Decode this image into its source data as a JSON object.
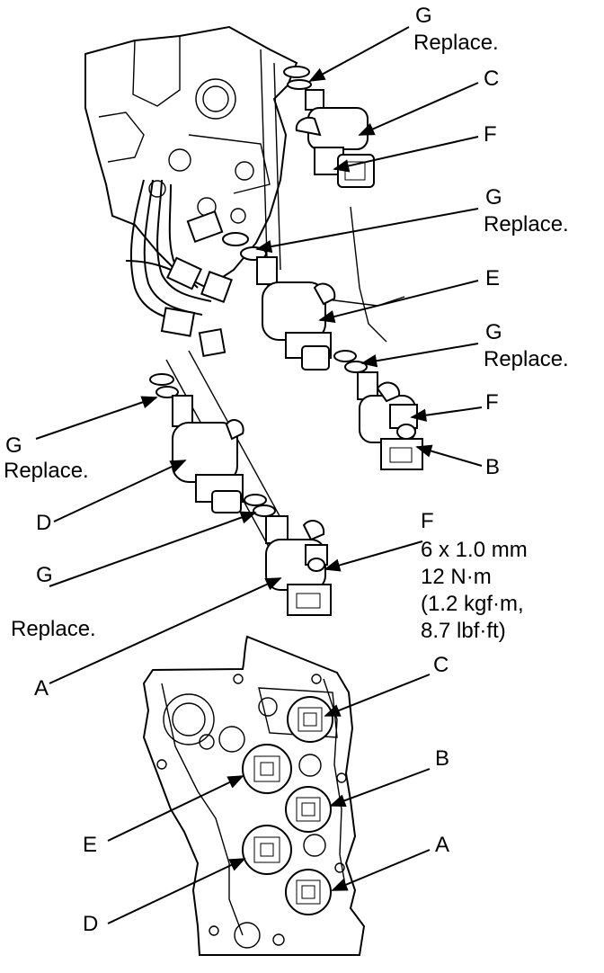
{
  "labels": {
    "g_top": "G",
    "g_top_note": "Replace.",
    "c_top": "C",
    "f_top": "F",
    "g_mid": "G",
    "g_mid_note": "Replace.",
    "e_mid": "E",
    "g_right": "G",
    "g_right_note": "Replace.",
    "f_right": "F",
    "b_right": "B",
    "g_left": "G",
    "g_left_note": "Replace.",
    "d_left": "D",
    "g_low": "G",
    "g_low_note": "Replace.",
    "f_low": "F",
    "f_low_spec1": "6 x 1.0 mm",
    "f_low_spec2": "12 N·m",
    "f_low_spec3": "(1.2 kgf·m,",
    "f_low_spec4": "8.7 lbf·ft)",
    "a_low": "A",
    "c_body": "C",
    "b_body": "B",
    "e_body": "E",
    "a_body": "A",
    "d_body": "D"
  }
}
